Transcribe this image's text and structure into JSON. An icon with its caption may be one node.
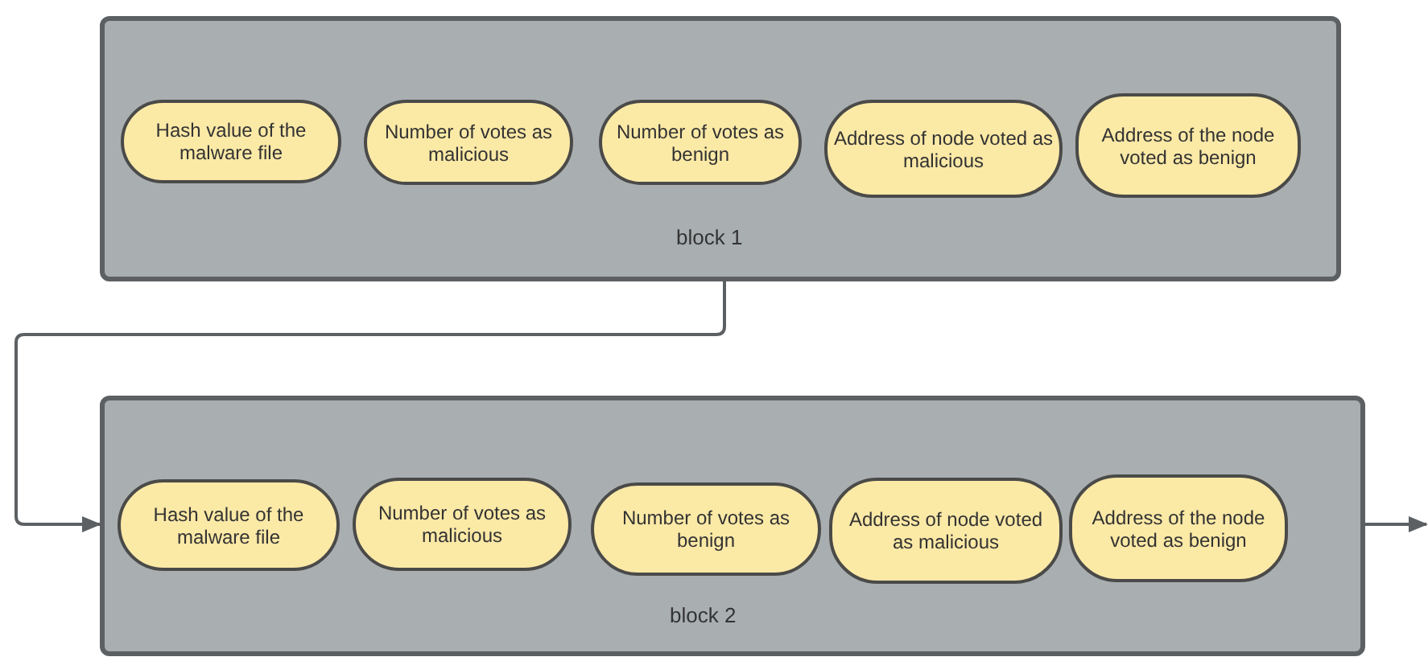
{
  "diagram": {
    "nodes": [
      {
        "text": [
          "block 1"
        ]
      },
      {
        "text": [
          "Hash value of the malware file"
        ],
        "in": 0
      },
      {
        "text": [
          "Number of votes as malicious"
        ],
        "in": 0
      },
      {
        "text": [
          "Number of votes as benign"
        ],
        "in": 0
      },
      {
        "text": [
          "Address of node voted as malicious"
        ],
        "in": 0
      },
      {
        "text": [
          "Address of the node voted as benign"
        ],
        "in": 0
      },
      {
        "text": [
          "block 2"
        ]
      },
      {
        "text": [
          "Hash value of the malware file"
        ],
        "in": 6
      },
      {
        "text": [
          "Number of votes as malicious"
        ],
        "in": 6
      },
      {
        "text": [
          "Number of votes as benign"
        ],
        "in": 6
      },
      {
        "text": [
          "Address of node voted as malicious"
        ],
        "in": 6
      },
      {
        "text": [
          "Address of the node voted as benign"
        ],
        "in": 6
      }
    ],
    "edges": [
      {
        "from": 0,
        "to": 6,
        "arrow": "to"
      },
      {
        "from": 6,
        "to": null,
        "arrow": "to"
      }
    ]
  }
}
